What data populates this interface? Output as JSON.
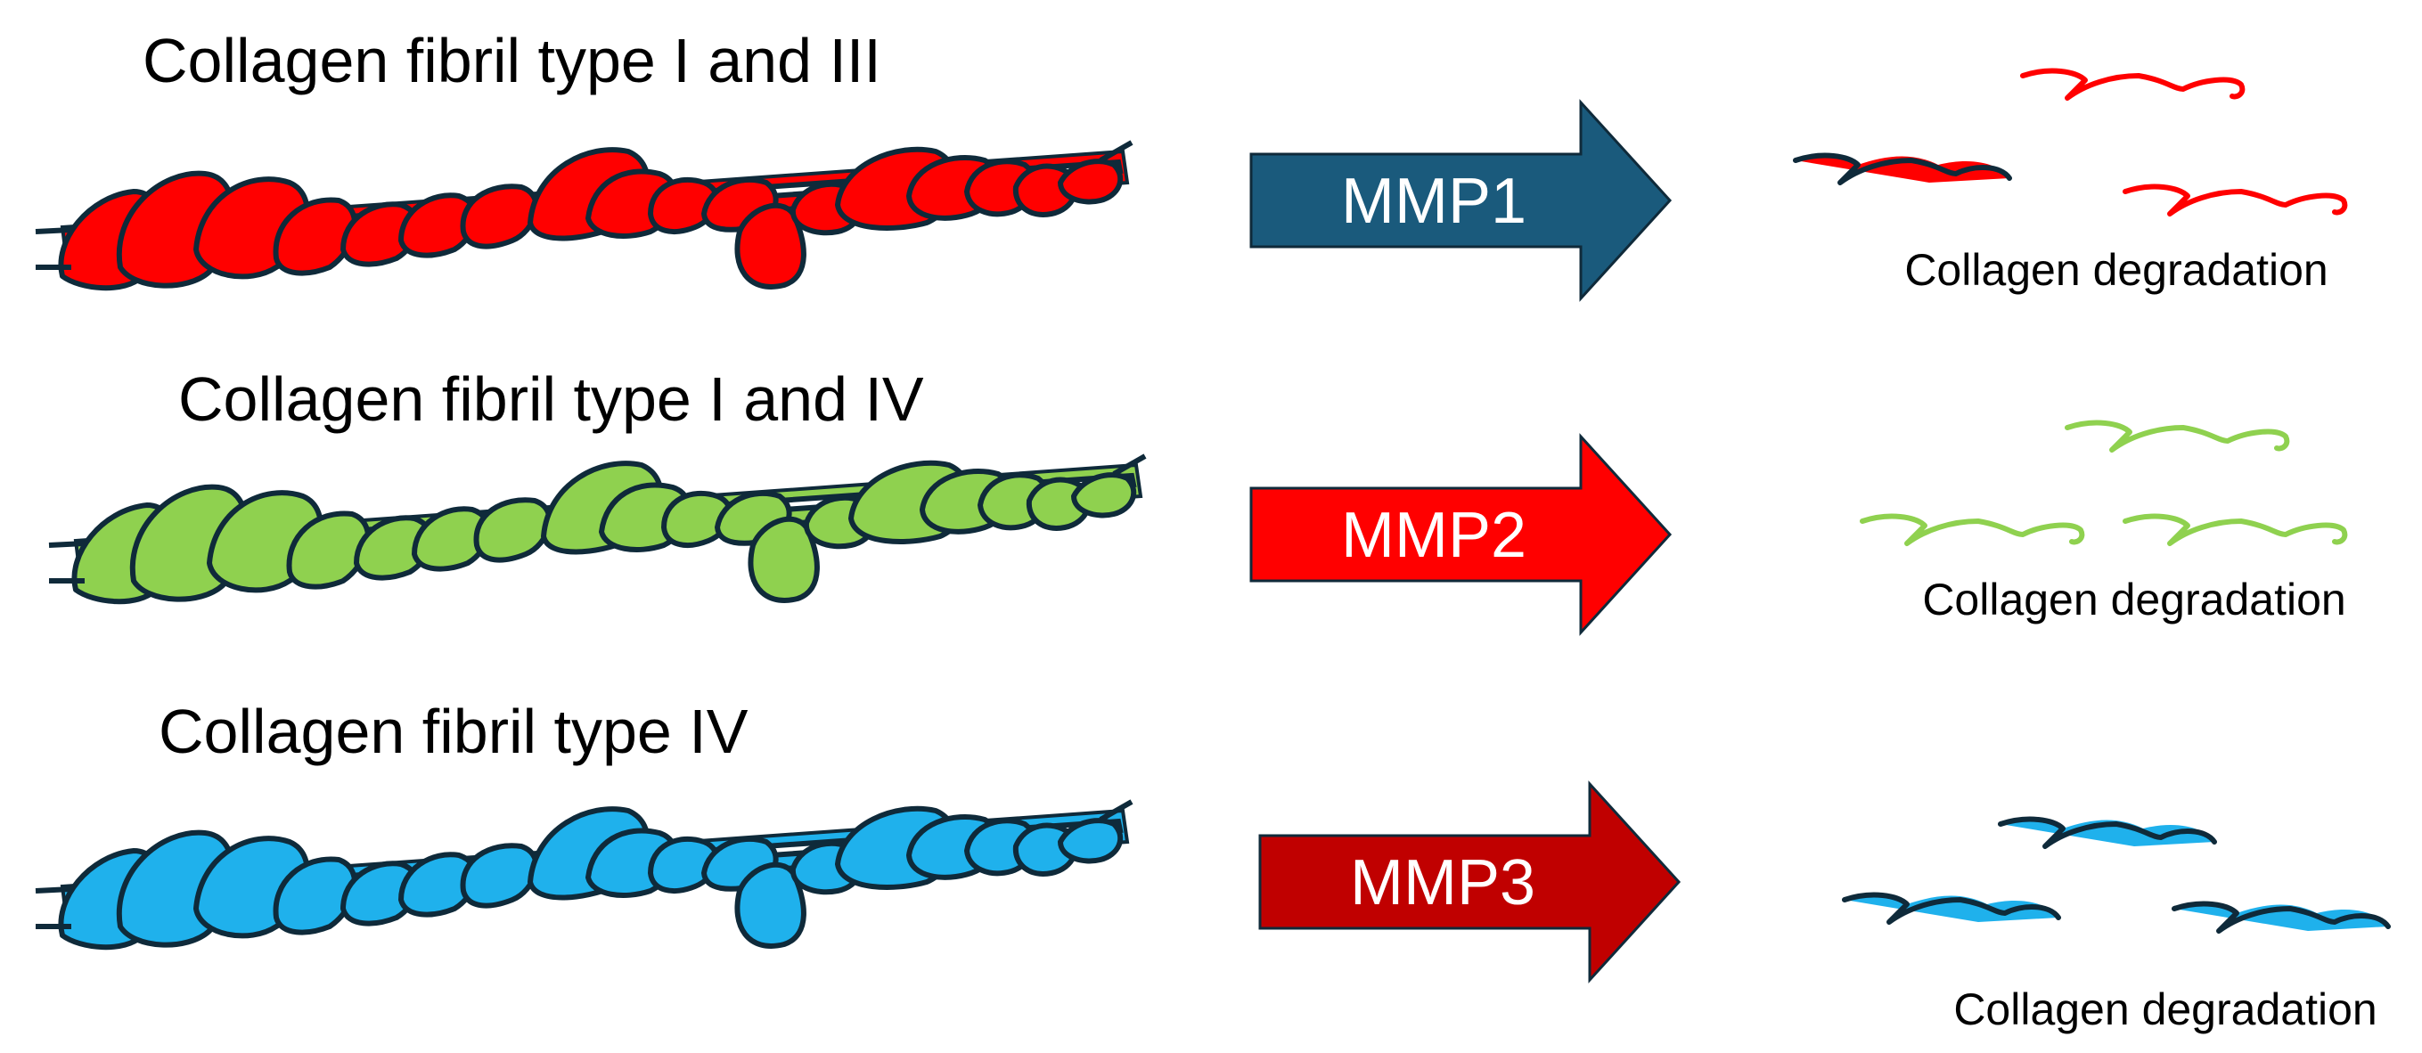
{
  "rows": [
    {
      "title": "Collagen fibril type I and III",
      "enzyme": "MMP1",
      "fibril_color": "#ff0000",
      "arrow_color": "#1a5a7c",
      "result_label": "Collagen degradation"
    },
    {
      "title": "Collagen fibril type I and IV",
      "enzyme": "MMP2",
      "fibril_color": "#8fd14f",
      "arrow_color": "#ff0000",
      "result_label": "Collagen degradation"
    },
    {
      "title": "Collagen fibril type IV",
      "enzyme": "MMP3",
      "fibril_color": "#1fb1ec",
      "arrow_color": "#c00000",
      "result_label": "Collagen degradation"
    }
  ],
  "outline_color": "#0f2a3a"
}
